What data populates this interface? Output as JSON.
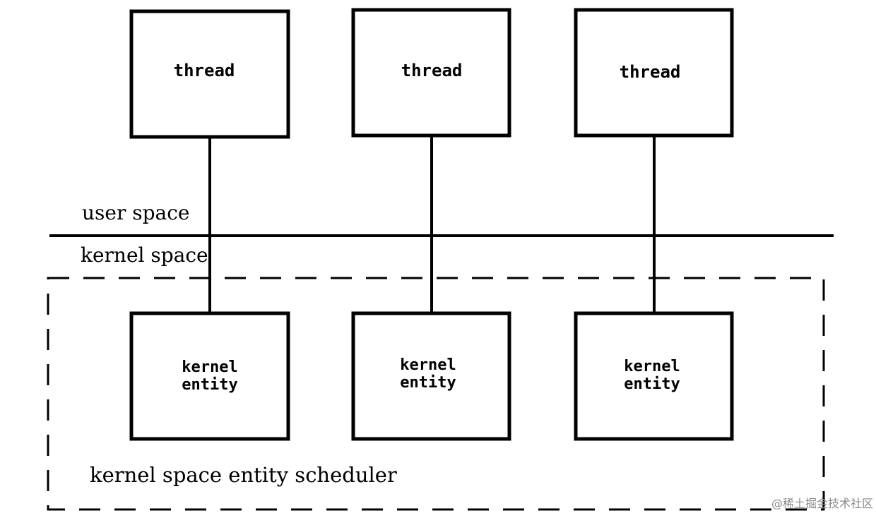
{
  "diagram": {
    "threads": [
      {
        "label": "thread"
      },
      {
        "label": "thread"
      },
      {
        "label": "thread"
      }
    ],
    "kernel_entities": [
      {
        "line1": "kernel",
        "line2": "entity"
      },
      {
        "line1": "kernel",
        "line2": "entity"
      },
      {
        "line1": "kernel",
        "line2": "entity"
      }
    ],
    "user_space_label": "user space",
    "kernel_space_label": "kernel space",
    "scheduler_label": "kernel space entity scheduler"
  },
  "watermark": "@稀土掘金技术社区",
  "colors": {
    "stroke": "#000000",
    "background": "#ffffff",
    "watermark": "#8a8a8a"
  }
}
